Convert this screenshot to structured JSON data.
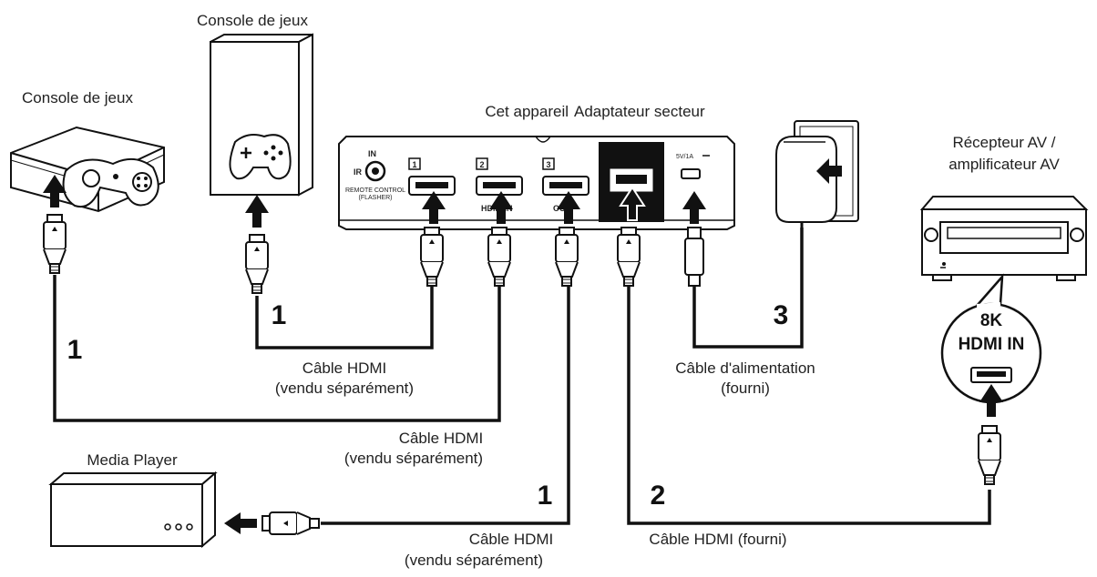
{
  "labels": {
    "console_top": "Console de jeux",
    "console_left": "Console de jeux",
    "main_unit": "Cet appareil",
    "adapter": "Adaptateur secteur",
    "receiver_line1": "Récepteur AV /",
    "receiver_line2": "amplificateur AV",
    "media_player": "Media Player",
    "hdmi_in_line1": "8K",
    "hdmi_in_line2": "HDMI IN"
  },
  "cables": {
    "c1_title": "Câble HDMI",
    "c1_sub": "(vendu séparément)",
    "c2_title": "Câble HDMI",
    "c2_sub": "(vendu séparément)",
    "c3_title": "Câble HDMI",
    "c3_sub": "(vendu séparément)",
    "c4": "Câble HDMI (fourni)",
    "power_title": "Câble d'alimentation",
    "power_sub": "(fourni)"
  },
  "steps": {
    "s1_left": "1",
    "s1_mid": "1",
    "s1_bottom": "1",
    "s2": "2",
    "s3": "3"
  },
  "unit_panel": {
    "port1": "1",
    "port2": "2",
    "port3": "3",
    "in_label": "IN",
    "ir_label": "IR",
    "remote_line1": "REMOTE CONTROL",
    "remote_line2": "(FLASHER)",
    "power_spec": "5V/1A",
    "hdmi_in_text": "HDMI IN",
    "out_text": "OUT"
  }
}
